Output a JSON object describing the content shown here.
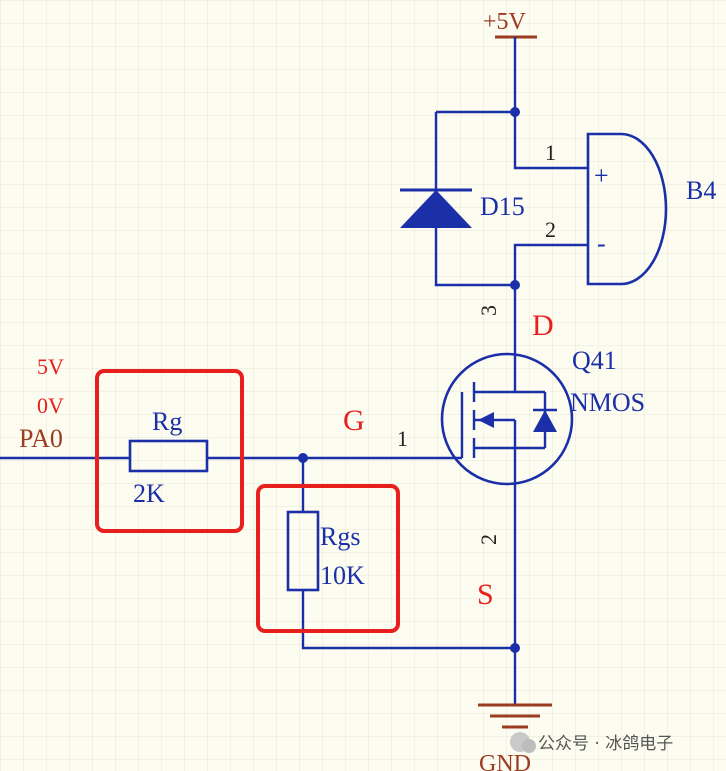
{
  "colors": {
    "background": "#fdfcf0",
    "grid": "#e7e6d9",
    "wire": "#1b2fa8",
    "net_label": "#9b3b20",
    "component_text": "#1b2fa8",
    "annotation": "#e8201d"
  },
  "power": {
    "vcc_label": "+5V",
    "gnd_label": "GND"
  },
  "input": {
    "net_name": "PA0",
    "level_high": "5V",
    "level_low": "0V"
  },
  "resistors": {
    "rg": {
      "designator": "Rg",
      "value": "2K"
    },
    "rgs": {
      "designator": "Rgs",
      "value": "10K"
    }
  },
  "diode": {
    "designator": "D15"
  },
  "buzzer": {
    "designator": "B4",
    "pin1": "1",
    "pin2": "2",
    "plus": "+",
    "minus": "-"
  },
  "mosfet": {
    "designator": "Q41",
    "type": "NMOS",
    "gate_pin": "1",
    "source_pin": "2",
    "drain_pin": "3"
  },
  "annotations": {
    "gate": "G",
    "drain": "D",
    "source": "S"
  },
  "watermark": {
    "text": "公众号 · 冰鸽电子"
  }
}
